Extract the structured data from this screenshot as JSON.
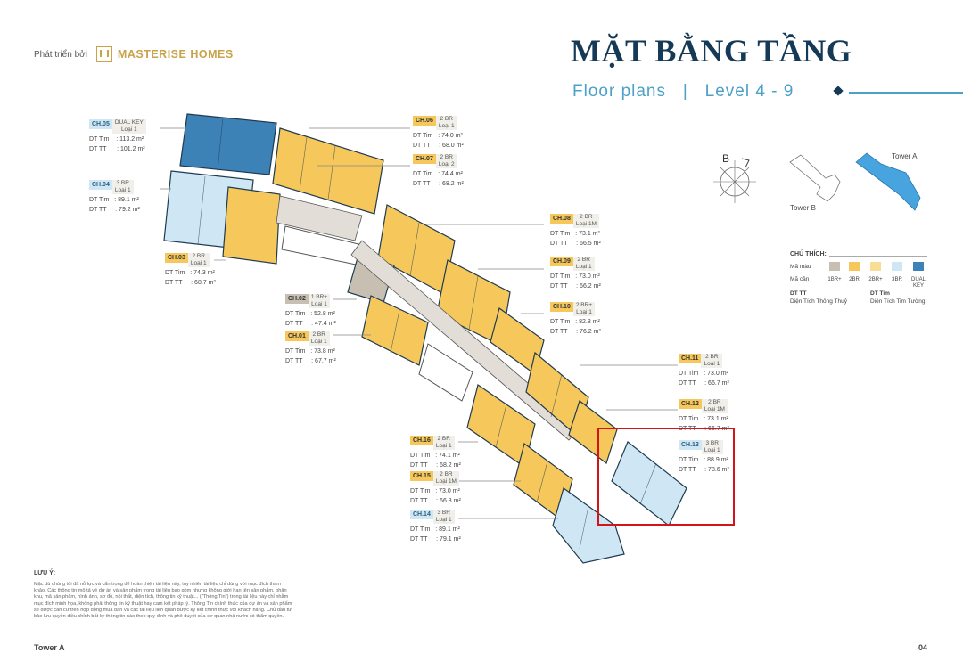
{
  "brand": {
    "developed_by": "Phát triển bởi",
    "name": "MASTERISE HOMES"
  },
  "title": "MẶT BẰNG TẦNG",
  "subtitle": {
    "en": "Floor plans",
    "sep": "|",
    "level": "Level 4 - 9"
  },
  "compass": {
    "label": "B"
  },
  "key_plan": {
    "tower_a": "Tower A",
    "tower_b": "Tower B"
  },
  "units": {
    "ch05": {
      "code": "CH.05",
      "type1": "DUAL KEY",
      "type2": "Loại 1",
      "area1": "DT Tim    : 113.2 m²",
      "area2": "DT TT      : 101.2 m²"
    },
    "ch04": {
      "code": "CH.04",
      "type1": "3 BR",
      "type2": "Loại 1",
      "area1": "DT Tim   : 89.1 m²",
      "area2": "DT TT     : 79.2 m²"
    },
    "ch06": {
      "code": "CH.06",
      "type1": "2 BR",
      "type2": "Loại 1",
      "area1": "DT Tim   : 74.0 m²",
      "area2": "DT TT     : 68.0 m²"
    },
    "ch07": {
      "code": "CH.07",
      "type1": "2 BR",
      "type2": "Loại 2",
      "area1": "DT Tim   : 74.4 m²",
      "area2": "DT TT     : 68.2 m²"
    },
    "ch08": {
      "code": "CH.08",
      "type1": "2 BR",
      "type2": "Loại 1M",
      "area1": "DT Tim   : 73.1 m²",
      "area2": "DT TT     : 66.5 m²"
    },
    "ch09": {
      "code": "CH.09",
      "type1": "2 BR",
      "type2": "Loại 1",
      "area1": "DT Tim   : 73.0 m²",
      "area2": "DT TT     : 66.2 m²"
    },
    "ch10": {
      "code": "CH.10",
      "type1": "2 BR+",
      "type2": "Loại 1",
      "area1": "DT Tim   : 82.8 m²",
      "area2": "DT TT     : 76.2 m²"
    },
    "ch03": {
      "code": "CH.03",
      "type1": "2 BR",
      "type2": "Loại 1",
      "area1": "DT Tim   : 74.3 m²",
      "area2": "DT TT     : 68.7 m²"
    },
    "ch02": {
      "code": "CH.02",
      "type1": "1 BR+",
      "type2": "Loại 1",
      "area1": "DT Tim   : 52.8 m²",
      "area2": "DT TT     : 47.4 m²"
    },
    "ch01": {
      "code": "CH.01",
      "type1": "2 BR",
      "type2": "Loại 1",
      "area1": "DT Tim   : 73.8 m²",
      "area2": "DT TT     : 67.7 m²"
    },
    "ch11": {
      "code": "CH.11",
      "type1": "2 BR",
      "type2": "Loại 1",
      "area1": "DT Tim   : 73.0 m²",
      "area2": "DT TT     : 66.7 m²"
    },
    "ch12": {
      "code": "CH.12",
      "type1": "2 BR",
      "type2": "Loại 1M",
      "area1": "DT Tim   : 73.1 m²",
      "area2": "DT TT     : 66.7 m²"
    },
    "ch13": {
      "code": "CH.13",
      "type1": "3 BR",
      "type2": "Loại 1",
      "area1": "DT Tim   : 88.9 m²",
      "area2": "DT TT     : 78.6 m²"
    },
    "ch16": {
      "code": "CH.16",
      "type1": "2 BR",
      "type2": "Loại 1",
      "area1": "DT Tim   : 74.1 m²",
      "area2": "DT TT     : 68.2 m²"
    },
    "ch15": {
      "code": "CH.15",
      "type1": "2 BR",
      "type2": "Loại 1M",
      "area1": "DT Tim   : 73.0 m²",
      "area2": "DT TT     : 66.8 m²"
    },
    "ch14": {
      "code": "CH.14",
      "type1": "3 BR",
      "type2": "Loại 1",
      "area1": "DT Tim   : 89.1 m²",
      "area2": "DT TT     : 79.1 m²"
    }
  },
  "legend": {
    "title": "CHÚ THÍCH:",
    "color_label": "Mã màu",
    "unit_label": "Mã căn",
    "types": [
      "1BR+",
      "2BR",
      "2BR+",
      "3BR",
      "DUAL KEY"
    ],
    "dt_tt_abbr": "DT TT",
    "dt_tt_desc": "Diện Tích Thông Thuỷ",
    "dt_tim_abbr": "DT Tim",
    "dt_tim_desc": "Diện Tích Tim Tường",
    "colors": {
      "1br_plus": "#c8bfb3",
      "2br": "#f6c75a",
      "2br_plus": "#f9dc95",
      "3br": "#cfe7f5",
      "dual_key": "#3d82b6"
    }
  },
  "note": {
    "title": "LƯU Ý:",
    "body": "Mặc dù chúng tôi đã nỗ lực và cẩn trọng để hoàn thiện tài liệu này, tuy nhiên tài liệu chỉ dùng với mục đích tham khảo. Các thông tin mô tả về dự án và sản phẩm trong tài liệu bao gồm nhưng không giới hạn tên sản phẩm, phân khu, mã sản phẩm, hình ảnh, sơ đồ, nội thất, diện tích, thông tin kỹ thuật... (\"Thông Tin\") trong tài liệu này chỉ nhằm mục đích minh họa, không phải thông tin kỹ thuật hay cam kết pháp lý. Thông Tin chính thức của dự án và sản phẩm sẽ được căn cứ trên hợp đồng mua bán và các tài liệu liên quan được ký kết chính thức với khách hàng. Chủ đầu tư bảo lưu quyền điều chỉnh bất kỳ thông tin nào theo quy định và phê duyệt của cơ quan nhà nước có thẩm quyền."
  },
  "footer": {
    "left": "Tower A",
    "page": "04"
  },
  "highlight_color": "#d0161b"
}
